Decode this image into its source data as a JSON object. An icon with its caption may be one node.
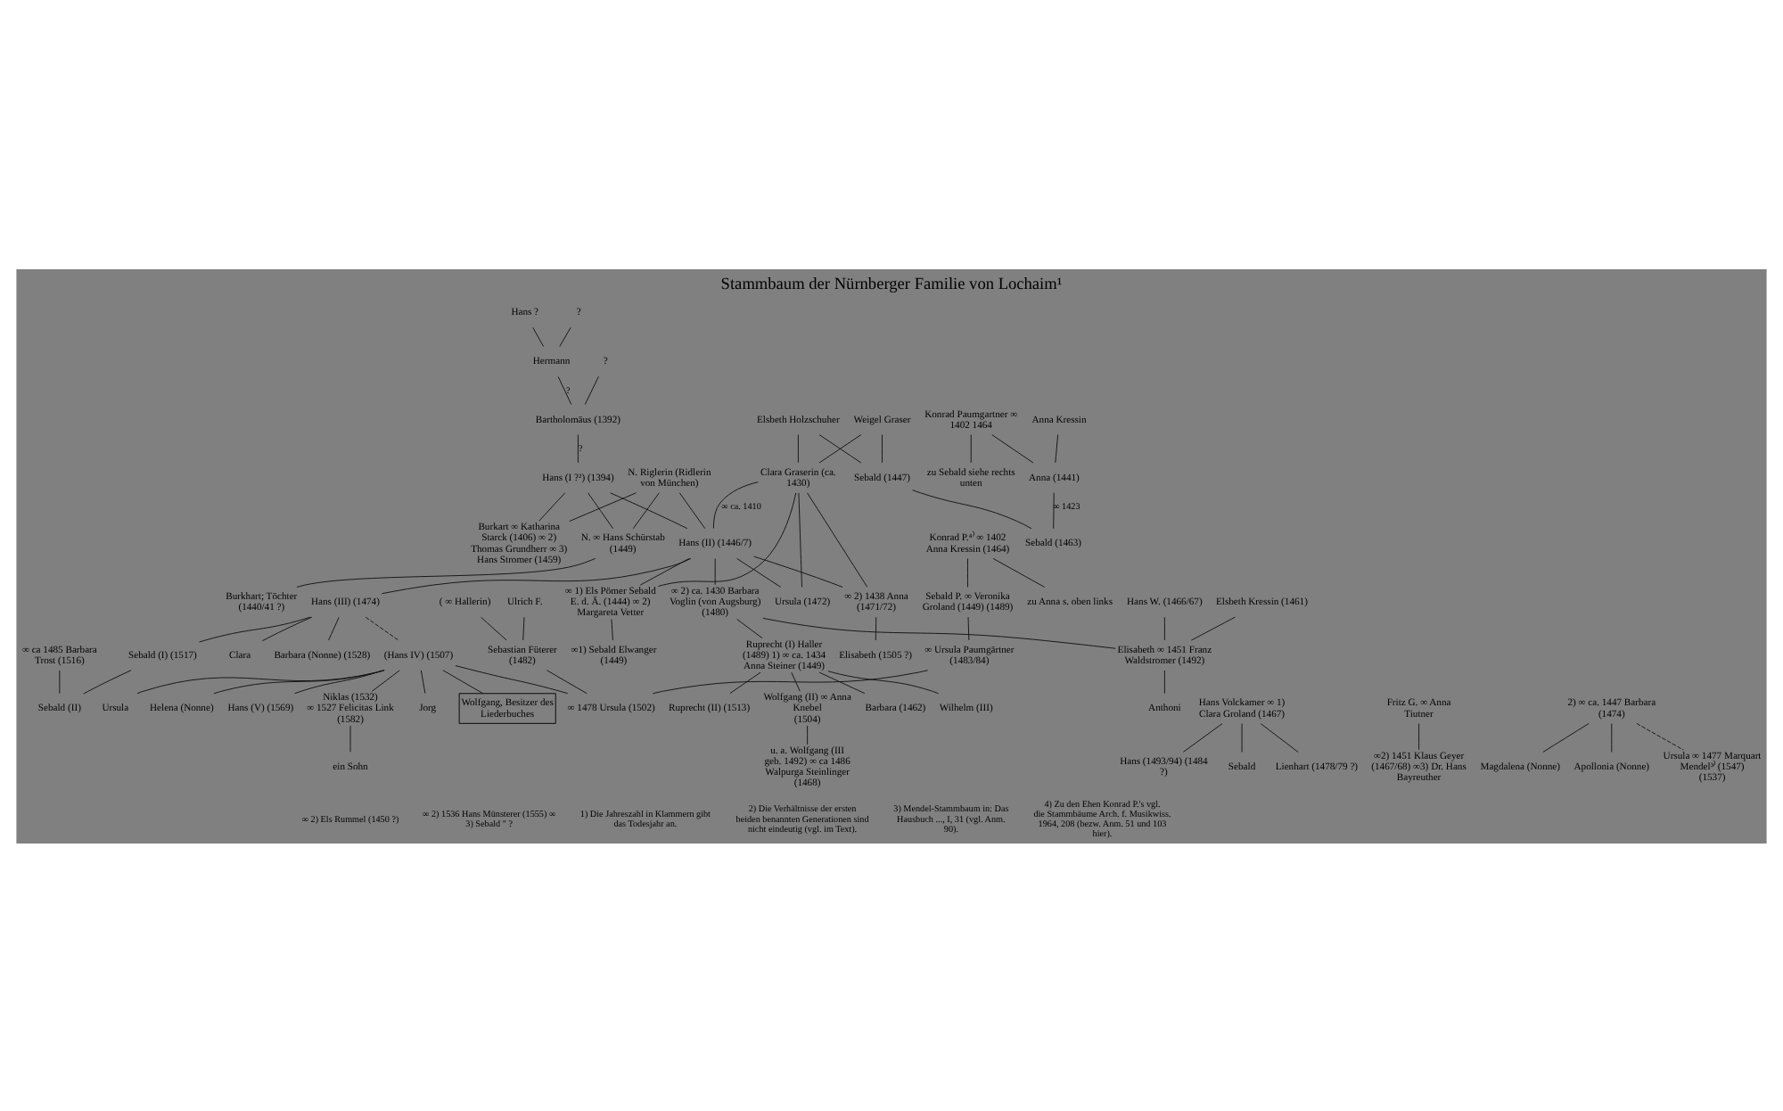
{
  "diagram": {
    "title": "Stammbaum der Nürnberger Familie von Lochaim¹",
    "nodes": [
      {
        "text": [
          "Hans ?"
        ]
      },
      {
        "text": [
          "?"
        ]
      },
      {
        "text": [
          "Hermann"
        ]
      },
      {
        "text": [
          "?"
        ]
      },
      {
        "text": [
          "Hans (I ?²) (1394)"
        ]
      },
      {
        "text": [
          "Bartholomäus (1392)"
        ]
      },
      {
        "text": [
          "Weigel Graser"
        ]
      },
      {
        "text": [
          "Elsbeth Holzschuher"
        ]
      },
      {
        "text": [
          "Konrad Paumgartner ∞ 1402 1464"
        ]
      },
      {
        "text": [
          "Anna Kressin"
        ]
      },
      {
        "text": [
          "zu Sebald siehe rechts unten"
        ]
      },
      {
        "text": [
          "Anna (1441)"
        ]
      },
      {
        "text": [
          "Sebald (1447)"
        ]
      },
      {
        "text": [
          "Clara Graserin (ca. 1430)"
        ]
      },
      {
        "text": [
          "Hans (II) (1446/7)"
        ]
      },
      {
        "text": [
          "Sebald (1463)"
        ]
      },
      {
        "text": [
          "Hans Volckamer ∞ 1) Clara Groland (1467)"
        ]
      },
      {
        "text": [
          "∞ 2) 1438 Anna (1471/72)"
        ]
      },
      {
        "text": [
          "Hans (1493/94) (1484 ?)"
        ]
      },
      {
        "text": [
          "Sebald"
        ]
      },
      {
        "text": [
          "Lienhart (1478/79 ?)"
        ]
      },
      {
        "text": [
          "Elisabeth (1505 ?)"
        ]
      },
      {
        "text": [
          "Ursula (1472)"
        ]
      },
      {
        "text": [
          "∞ 1) Els Pömer Sebald E. d. Ä. (1444) ∞ 2) Margareta Vetter"
        ]
      },
      {
        "text": [
          "∞1) Sebald Elwanger (1449)"
        ]
      },
      {
        "text": [
          "Fritz G. ∞ Anna Tiutner"
        ]
      },
      {
        "text": [
          "∞2) 1451 Klaus Geyer (1467/68) ∞3) Dr. Hans Bayreuther"
        ]
      },
      {
        "text": [
          "Hans (III) (1474)"
        ]
      },
      {
        "text": [
          "Burkart ∞ Katharina Starck (1406) ∞ 2) Thomas Grundherr ∞ 3) Hans Stromer (1459)"
        ]
      },
      {
        "text": [
          "N. Riglerin (Ridlerin von München)"
        ]
      },
      {
        "text": [
          "N. ∞ Hans Schürstab (1449)"
        ]
      },
      {
        "text": [
          "Burkhart; Töchter (1440/41 ?)"
        ]
      },
      {
        "text": [
          "∞ 2) ca. 1430 Barbara Voglin (von Augsburg) (1480)"
        ]
      },
      {
        "text": [
          "Ruprecht (I) Haller (1489) 1) ∞ ca. 1434 Anna Steiner (1449)"
        ]
      },
      {
        "text": [
          "2) ∞ ca. 1447 Barbara (1474)"
        ]
      },
      {
        "text": [
          "Elisabeth ∞ 1451 Franz Waldstromer (1492)"
        ]
      },
      {
        "text": [
          "Hans W. (1466/67)"
        ]
      },
      {
        "text": [
          "Elsbeth Kressin (1461)"
        ]
      },
      {
        "text": [
          "Anthoni"
        ]
      },
      {
        "text": [
          "Wilhelm (III)"
        ]
      },
      {
        "text": [
          "Ruprecht (II) (1513)"
        ]
      },
      {
        "text": [
          "Wolfgang (II) ∞ Anna Knebel",
          "(1504)"
        ]
      },
      {
        "text": [
          "Barbara (1462)"
        ]
      },
      {
        "text": [
          "Magdalena (Nonne)"
        ]
      },
      {
        "text": [
          "Apollonia (Nonne)"
        ]
      },
      {
        "text": [
          "Ursula ∞ 1477 Marquart Mendel³⁾ (1547)",
          "(1537)"
        ]
      },
      {
        "text": [
          "u. a. Wolfgang (III geb. 1492) ∞ ca 1486 Walpurga Steinlinger (1468)"
        ]
      },
      {
        "text": [
          "Sebald (I) (1517)"
        ]
      },
      {
        "text": [
          "Clara"
        ]
      },
      {
        "text": [
          "∞ ca 1485 Barbara Trost (1516)"
        ]
      },
      {
        "text": [
          "Barbara (Nonne) (1528)"
        ]
      },
      {
        "text": [
          "Sebald (II)"
        ]
      },
      {
        "text": [
          "Konrad P.⁴⁾ ∞ 1402 Anna Kressin (1464)"
        ]
      },
      {
        "text": [
          "zu Anna s. oben links"
        ]
      },
      {
        "text": [
          "Sebald P. ∞ Veronika Groland (1449) (1489)"
        ]
      },
      {
        "text": [
          "Ulrich F."
        ]
      },
      {
        "text": [
          "( ∞ Hallerin)"
        ]
      },
      {
        "text": [
          "Sebastian Füterer (1482)"
        ]
      },
      {
        "text": [
          "∞ Ursula Paumgärtner (1483/84)"
        ]
      },
      {
        "text": [
          "∞ 1478 Ursula (1502)"
        ]
      },
      {
        "text": [
          "(Hans IV) (1507)"
        ]
      },
      {
        "text": [
          "Hans (V) (1569)"
        ]
      },
      {
        "text": [
          "Niklas (1532)",
          "∞ 1527 Felicitas Link (1582)"
        ]
      },
      {
        "text": [
          "Jorg"
        ]
      },
      {
        "text": [
          "Wolfgang, Besitzer des Liederbuches"
        ]
      },
      {
        "text": [
          "Ursula"
        ]
      },
      {
        "text": [
          "Helena (Nonne)"
        ]
      },
      {
        "text": [
          "ein Sohn"
        ]
      }
    ],
    "edges": [
      {
        "from": 0,
        "to": 2,
        "arrow": "none"
      },
      {
        "from": 1,
        "to": 2,
        "arrow": "none"
      },
      {
        "from": 2,
        "to": 5,
        "arrow": "none",
        "label": "?"
      },
      {
        "from": 3,
        "to": 5,
        "arrow": "none"
      },
      {
        "from": 5,
        "to": 4,
        "arrow": "none",
        "label": "?"
      },
      {
        "from": 4,
        "to": 28,
        "arrow": "none"
      },
      {
        "from": 29,
        "to": 28,
        "arrow": "none"
      },
      {
        "from": 4,
        "to": 30,
        "arrow": "none"
      },
      {
        "from": 29,
        "to": 30,
        "arrow": "none"
      },
      {
        "from": 4,
        "to": 14,
        "arrow": "none"
      },
      {
        "from": 29,
        "to": 14,
        "arrow": "none"
      },
      {
        "from": 30,
        "to": 31,
        "arrow": "none"
      },
      {
        "from": 7,
        "to": 12,
        "arrow": "none"
      },
      {
        "from": 6,
        "to": 12,
        "arrow": "none"
      },
      {
        "from": 7,
        "to": 13,
        "arrow": "none"
      },
      {
        "from": 6,
        "to": 13,
        "arrow": "none"
      },
      {
        "from": 8,
        "to": 11,
        "arrow": "none"
      },
      {
        "from": 9,
        "to": 11,
        "arrow": "none"
      },
      {
        "from": 8,
        "to": 10,
        "arrow": "none"
      },
      {
        "from": 11,
        "to": 15,
        "arrow": "none",
        "label": "∞ 1423"
      },
      {
        "from": 12,
        "to": 15,
        "arrow": "none"
      },
      {
        "from": 13,
        "to": 14,
        "arrow": "none",
        "label": "∞ ca. 1410"
      },
      {
        "from": 13,
        "to": 17,
        "arrow": "none"
      },
      {
        "from": 14,
        "to": 17,
        "arrow": "none"
      },
      {
        "from": 13,
        "to": 22,
        "arrow": "none"
      },
      {
        "from": 14,
        "to": 22,
        "arrow": "none"
      },
      {
        "from": 13,
        "to": 23,
        "arrow": "none"
      },
      {
        "from": 14,
        "to": 23,
        "arrow": "none"
      },
      {
        "from": 14,
        "to": 27,
        "arrow": "none"
      },
      {
        "from": 16,
        "to": 18,
        "arrow": "none"
      },
      {
        "from": 16,
        "to": 19,
        "arrow": "none"
      },
      {
        "from": 16,
        "to": 20,
        "arrow": "none"
      },
      {
        "from": 17,
        "to": 21,
        "arrow": "none"
      },
      {
        "from": 23,
        "to": 24,
        "arrow": "none"
      },
      {
        "from": 25,
        "to": 26,
        "arrow": "none"
      },
      {
        "from": 14,
        "to": 32,
        "arrow": "none"
      },
      {
        "from": 32,
        "to": 33,
        "arrow": "none"
      },
      {
        "from": 32,
        "to": 35,
        "arrow": "none"
      },
      {
        "from": 36,
        "to": 35,
        "arrow": "none"
      },
      {
        "from": 37,
        "to": 35,
        "arrow": "none"
      },
      {
        "from": 35,
        "to": 38,
        "arrow": "none"
      },
      {
        "from": 33,
        "to": 39,
        "arrow": "none"
      },
      {
        "from": 33,
        "to": 40,
        "arrow": "none"
      },
      {
        "from": 33,
        "to": 41,
        "arrow": "none"
      },
      {
        "from": 33,
        "to": 42,
        "arrow": "none"
      },
      {
        "from": 34,
        "to": 43,
        "arrow": "none"
      },
      {
        "from": 34,
        "to": 44,
        "arrow": "none"
      },
      {
        "from": 34,
        "to": 45,
        "arrow": "none",
        "style": "dashed"
      },
      {
        "from": 41,
        "to": 46,
        "arrow": "none"
      },
      {
        "from": 27,
        "to": 47,
        "arrow": "none"
      },
      {
        "from": 27,
        "to": 48,
        "arrow": "none"
      },
      {
        "from": 27,
        "to": 50,
        "arrow": "none"
      },
      {
        "from": 47,
        "to": 51,
        "arrow": "none"
      },
      {
        "from": 49,
        "to": 51,
        "arrow": "none"
      },
      {
        "from": 27,
        "to": 60,
        "arrow": "none",
        "style": "dashed"
      },
      {
        "from": 52,
        "to": 53,
        "arrow": "none"
      },
      {
        "from": 52,
        "to": 54,
        "arrow": "none"
      },
      {
        "from": 54,
        "to": 58,
        "arrow": "none"
      },
      {
        "from": 55,
        "to": 57,
        "arrow": "none"
      },
      {
        "from": 56,
        "to": 57,
        "arrow": "none"
      },
      {
        "from": 57,
        "to": 59,
        "arrow": "none"
      },
      {
        "from": 58,
        "to": 59,
        "arrow": "none"
      },
      {
        "from": 60,
        "to": 59,
        "arrow": "none"
      },
      {
        "from": 60,
        "to": 61,
        "arrow": "none"
      },
      {
        "from": 60,
        "to": 62,
        "arrow": "none"
      },
      {
        "from": 60,
        "to": 63,
        "arrow": "none"
      },
      {
        "from": 60,
        "to": 64,
        "arrow": "none"
      },
      {
        "from": 60,
        "to": 65,
        "arrow": "none"
      },
      {
        "from": 60,
        "to": 66,
        "arrow": "none"
      },
      {
        "from": 62,
        "to": 67,
        "arrow": "none"
      }
    ],
    "labels": [
      "∞ 2) Els Rummel (1450 ?)",
      "∞ 2) 1536 Hans Münsterer (1555) ∞ 3) Sebald \" ?",
      "1) Die Jahreszahl in Klammern gibt das Todesjahr an.",
      "2) Die Verhältnisse der ersten beiden benannten Generationen sind nicht eindeutig (vgl. im Text).",
      "3) Mendel-Stammbaum in: Das Hausbuch ..., I, 31 (vgl. Anm. 90).",
      "4) Zu den Ehen Konrad P.'s vgl. die Stammbäume Arch. f. Musikwiss. 1964, 208 (bezw. Anm. 51 und 103 hier)."
    ]
  }
}
